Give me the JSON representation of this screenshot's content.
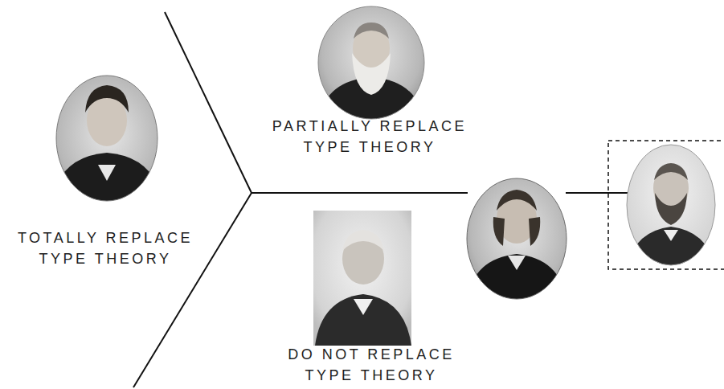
{
  "diagram": {
    "nodes": [
      {
        "text": [
          "TOTALLY REPLACE TYPE THEORY"
        ]
      },
      {
        "text": [
          "PARTIALLY REPLACE TYPE THEORY"
        ]
      },
      {
        "text": [
          "DO NOT REPLACE TYPE THEORY"
        ]
      }
    ]
  }
}
